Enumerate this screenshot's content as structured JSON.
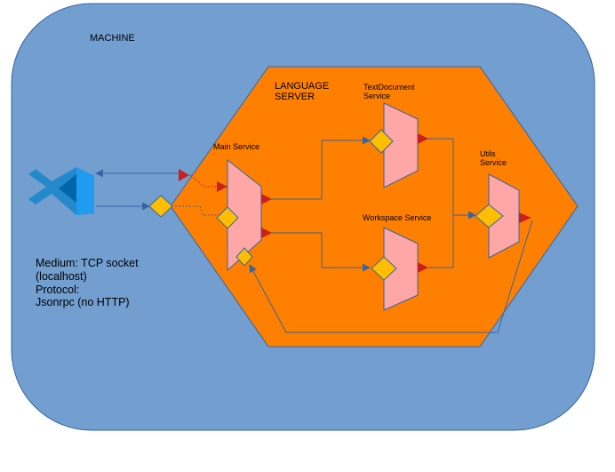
{
  "machine": {
    "label": "MACHINE"
  },
  "language_server": {
    "label_line1": "LANGUAGE",
    "label_line2": "SERVER"
  },
  "services": {
    "main": {
      "label": "Main Service"
    },
    "text_document": {
      "label_line1": "TextDocument",
      "label_line2": "Service"
    },
    "workspace": {
      "label": "Workspace Service"
    },
    "utils": {
      "label_line1": "Utils",
      "label_line2": "Service"
    }
  },
  "notes": {
    "line1": "Medium: TCP socket",
    "line2": "(localhost)",
    "line3": "Protocol:",
    "line4": "Jsonrpc (no HTTP)"
  },
  "colors": {
    "machine_fill": "#729fcf",
    "server_fill": "#ff8000",
    "service_fill": "#ffa6a6",
    "port_diamond": "#ffbf00",
    "port_triangle": "#c9211e",
    "arrow": "#3465a4",
    "client_icon": "#2489ca"
  },
  "client_icon": "vscode-icon"
}
